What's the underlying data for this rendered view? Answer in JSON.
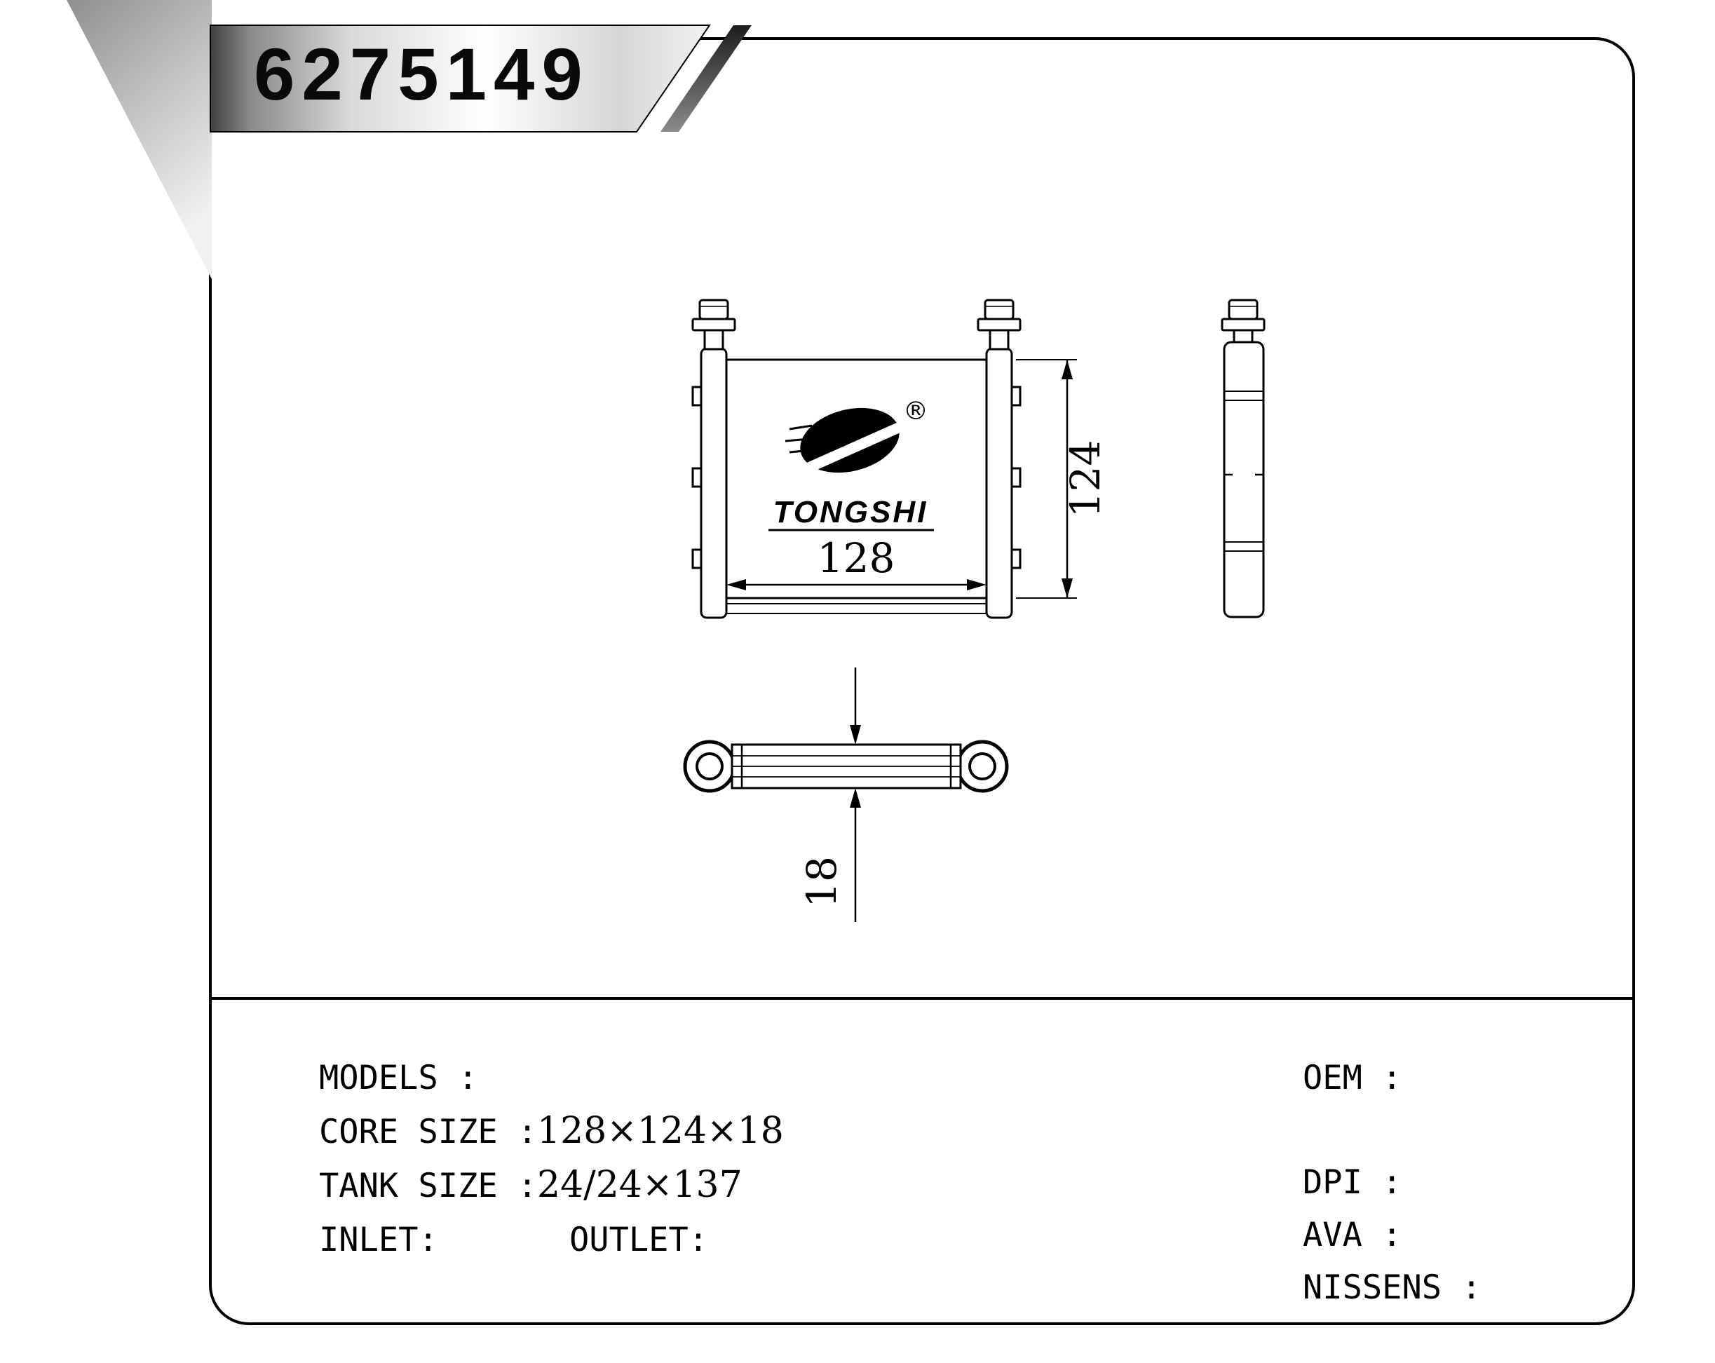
{
  "banner": {
    "part_number": "6275149"
  },
  "drawing": {
    "front": {
      "width_dim": "128",
      "height_dim": "124"
    },
    "bottom": {
      "depth_dim": "18"
    },
    "logo": {
      "brand": "TONGSHI",
      "registered": "®"
    }
  },
  "specs": {
    "left": {
      "models_label": "MODELS :",
      "core_size_label": "CORE SIZE :",
      "core_size_value": "128×124×18",
      "tank_size_label": "TANK SIZE :",
      "tank_size_value": "24/24×137",
      "inlet_label": "INLET:",
      "outlet_label": "OUTLET:"
    },
    "right": {
      "oem_label": "OEM :",
      "dpi_label": "DPI :",
      "ava_label": "AVA :",
      "nissens_label": "NISSENS :"
    }
  }
}
